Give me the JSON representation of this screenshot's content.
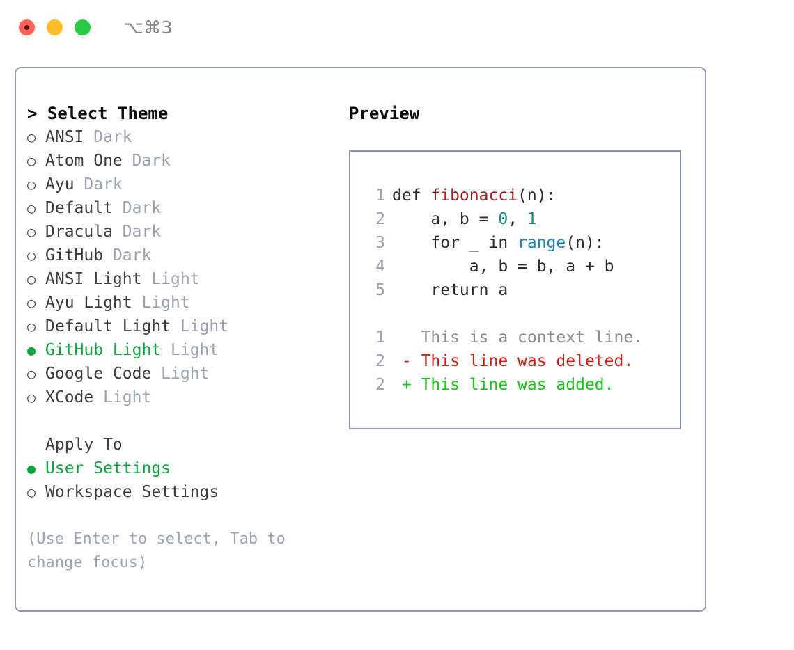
{
  "titlebar": {
    "shortcut": "⌥⌘3",
    "lights": [
      "close-red",
      "minimize-yellow",
      "maximize-green"
    ]
  },
  "theme_selector": {
    "heading": "> Select Theme",
    "heading_caret": ">",
    "heading_label": "Select Theme",
    "selected_theme": "GitHub Light",
    "selection_color": "#0ba53c",
    "bullet_selected": "●",
    "bullet_unselected": "○",
    "items": [
      {
        "name": "ANSI",
        "kind": "Dark",
        "selected": false
      },
      {
        "name": "Atom One",
        "kind": "Dark",
        "selected": false
      },
      {
        "name": "Ayu",
        "kind": "Dark",
        "selected": false
      },
      {
        "name": "Default",
        "kind": "Dark",
        "selected": false
      },
      {
        "name": "Dracula",
        "kind": "Dark",
        "selected": false
      },
      {
        "name": "GitHub",
        "kind": "Dark",
        "selected": false
      },
      {
        "name": "ANSI Light",
        "kind": "Light",
        "selected": false
      },
      {
        "name": "Ayu Light",
        "kind": "Light",
        "selected": false
      },
      {
        "name": "Default Light",
        "kind": "Light",
        "selected": false
      },
      {
        "name": "GitHub Light",
        "kind": "Light",
        "selected": true
      },
      {
        "name": "Google Code",
        "kind": "Light",
        "selected": false
      },
      {
        "name": "XCode",
        "kind": "Light",
        "selected": false
      }
    ]
  },
  "apply_to": {
    "heading": "Apply To",
    "selected": "User Settings",
    "items": [
      {
        "name": "User Settings",
        "selected": true
      },
      {
        "name": "Workspace Settings",
        "selected": false
      }
    ]
  },
  "hint": "(Use Enter to select, Tab to\nchange focus)",
  "preview": {
    "heading": "Preview",
    "code_lines": [
      {
        "no": "1",
        "tokens": [
          {
            "t": "def ",
            "c": "plain"
          },
          {
            "t": "fibonacci",
            "c": "fn"
          },
          {
            "t": "(n):",
            "c": "plain"
          }
        ]
      },
      {
        "no": "2",
        "tokens": [
          {
            "t": "    a, b = ",
            "c": "plain"
          },
          {
            "t": "0",
            "c": "num"
          },
          {
            "t": ", ",
            "c": "plain"
          },
          {
            "t": "1",
            "c": "num"
          }
        ]
      },
      {
        "no": "3",
        "tokens": [
          {
            "t": "    for _ in ",
            "c": "plain"
          },
          {
            "t": "range",
            "c": "call"
          },
          {
            "t": "(n):",
            "c": "plain"
          }
        ]
      },
      {
        "no": "4",
        "tokens": [
          {
            "t": "        a, b = b, a + b",
            "c": "plain"
          }
        ]
      },
      {
        "no": "5",
        "tokens": [
          {
            "t": "    return a",
            "c": "plain"
          }
        ]
      }
    ],
    "diff_lines": [
      {
        "no": "1",
        "marker": " ",
        "text": "This is a context line.",
        "kind": "ctx"
      },
      {
        "no": "2",
        "marker": "-",
        "text": "This line was deleted.",
        "kind": "del"
      },
      {
        "no": "2",
        "marker": "+",
        "text": "This line was added.",
        "kind": "add"
      }
    ]
  },
  "colors": {
    "panel_border": "#8e99ad",
    "accent_green": "#0ba53c",
    "muted_gray": "#9aa3b2",
    "lineno_gray": "#98a2b3",
    "syntax_fn": "#a81818",
    "syntax_num": "#0d8b82",
    "syntax_call": "#1a87c4",
    "diff_del": "#cc2016",
    "diff_add": "#16c716"
  }
}
